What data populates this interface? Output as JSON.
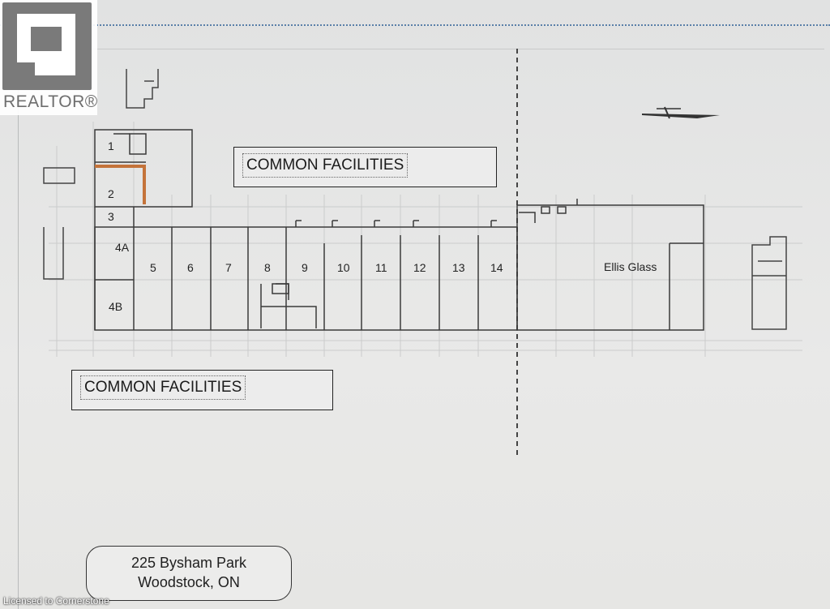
{
  "watermark": {
    "logo_text": "REALTOR®",
    "credit": "Licensed to Cornerstone"
  },
  "plan": {
    "common_facilities_top": "COMMON FACILITIES",
    "common_facilities_bottom": "COMMON FACILITIES",
    "units": [
      "1",
      "2",
      "3",
      "4A",
      "4B",
      "5",
      "6",
      "7",
      "8",
      "9",
      "10",
      "11",
      "12",
      "13",
      "14"
    ],
    "tenant": "Ellis Glass"
  },
  "address": {
    "line1": "225 Bysham Park",
    "line2": "Woodstock, ON"
  },
  "colors": {
    "highlight": "#c4733a",
    "lines": "#333333",
    "grid": "#c9caca"
  }
}
